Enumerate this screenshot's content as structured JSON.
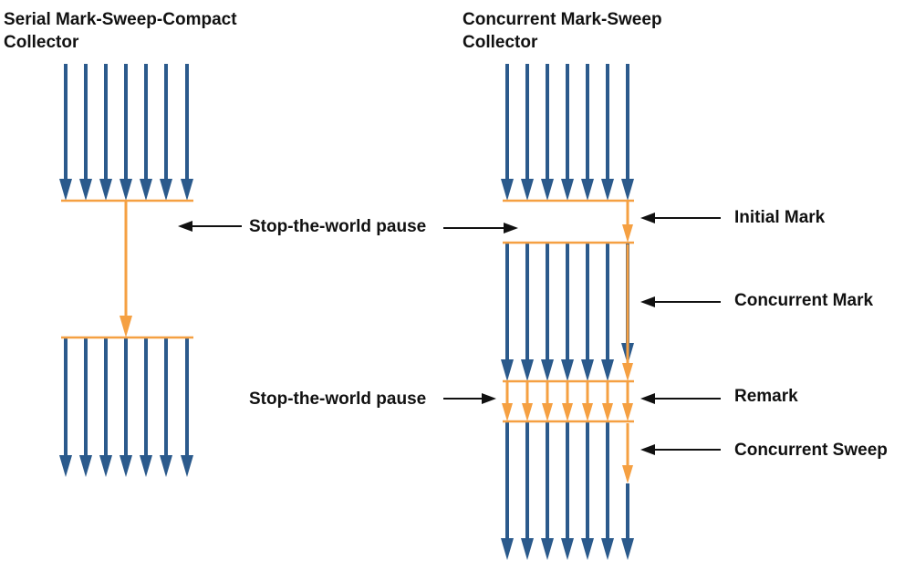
{
  "left_title": {
    "line1": "Serial Mark-Sweep-Compact",
    "line2": "Collector"
  },
  "right_title": {
    "line1": "Concurrent Mark-Sweep",
    "line2": "Collector"
  },
  "labels": {
    "stw_pause_1": "Stop-the-world pause",
    "stw_pause_2": "Stop-the-world pause",
    "initial_mark": "Initial Mark",
    "concurrent_mark": "Concurrent Mark",
    "remark": "Remark",
    "concurrent_sweep": "Concurrent Sweep"
  },
  "colors": {
    "app_thread": "#2b5a8c",
    "gc_thread": "#f5a042",
    "pointer": "#111111",
    "text": "#111111"
  },
  "thread_counts": {
    "serial_app_threads": 7,
    "cms_app_threads": 7,
    "cms_remark_gc_threads": 7,
    "cms_concurrent_gc_threads": 1
  }
}
